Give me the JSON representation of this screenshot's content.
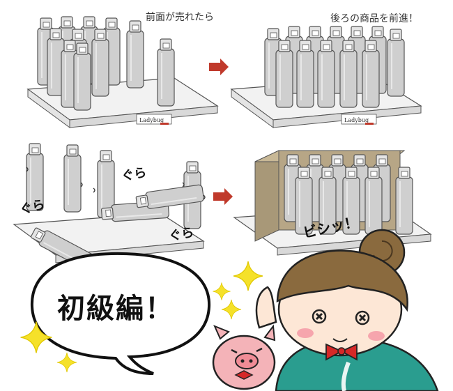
{
  "captions": {
    "front_sold": "前面が売れたら",
    "move_forward": "後ろの商品を前進！"
  },
  "sound_effects": {
    "wobble_1": "ぐら",
    "wobble_2": "ぐら",
    "wobble_3": "ぐら",
    "snap": "ビシッ！"
  },
  "shelf_tag_text": "Ladybug",
  "speech_bubble_text": "初級編！",
  "colors": {
    "bottle": "#cfcfcf",
    "bottle_stroke": "#555555",
    "arrow": "#c0392b",
    "hair": "#8a6a3e",
    "shirt": "#2a9d8f",
    "bow": "#d62828",
    "pig": "#f4b3b8",
    "sparkle": "#f5e12a",
    "divider_box": "#b7a686"
  }
}
